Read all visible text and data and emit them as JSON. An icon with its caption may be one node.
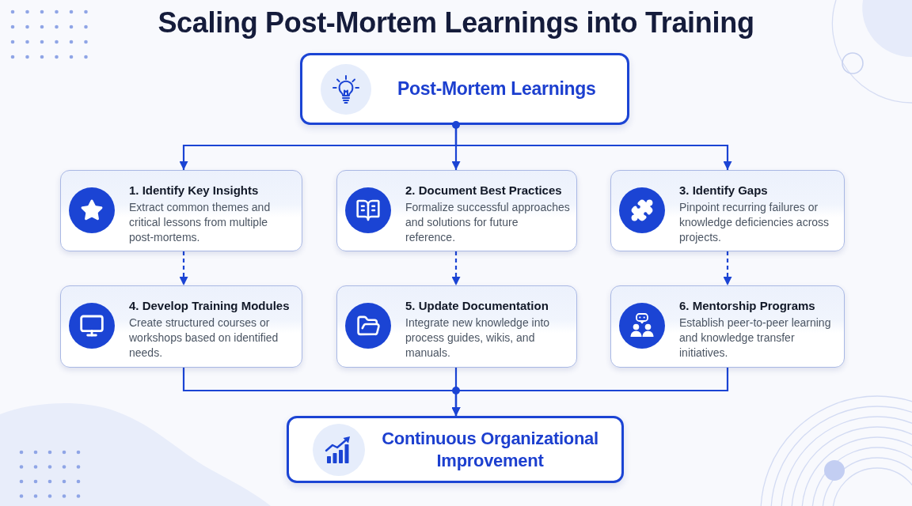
{
  "diagram": {
    "title": "Scaling Post-Mortem Learnings into Training",
    "nodes": [
      {
        "text": [
          "Post-Mortem Learnings"
        ]
      },
      {
        "text": [
          "1. Identify Key Insights",
          "Extract common themes and critical lessons from multiple post-mortems."
        ]
      },
      {
        "text": [
          "2. Document Best Practices",
          "Formalize successful approaches and solutions for future reference."
        ]
      },
      {
        "text": [
          "3. Identify Gaps",
          "Pinpoint recurring failures or knowledge deficiencies across projects."
        ]
      },
      {
        "text": [
          "4. Develop Training Modules",
          "Create structured courses or workshops based on identified needs."
        ]
      },
      {
        "text": [
          "5. Update Documentation",
          "Integrate new knowledge into process guides, wikis, and manuals."
        ]
      },
      {
        "text": [
          "6. Mentorship Programs",
          "Establish peer-to-peer learning and knowledge transfer initiatives."
        ]
      },
      {
        "text": [
          "Continuous Organizational Improvement"
        ]
      }
    ],
    "edges": [
      {
        "from": 0,
        "to": 1,
        "arrow": "to"
      },
      {
        "from": 0,
        "to": 2,
        "arrow": "to"
      },
      {
        "from": 0,
        "to": 3,
        "arrow": "to"
      },
      {
        "from": 1,
        "to": 4,
        "arrow": "to",
        "style": "dashed"
      },
      {
        "from": 2,
        "to": 5,
        "arrow": "to",
        "style": "dashed"
      },
      {
        "from": 3,
        "to": 6,
        "arrow": "to",
        "style": "dashed"
      },
      {
        "from": 4,
        "to": 7,
        "arrow": "to"
      },
      {
        "from": 5,
        "to": 7,
        "arrow": "to"
      },
      {
        "from": 6,
        "to": 7,
        "arrow": "to"
      }
    ]
  }
}
